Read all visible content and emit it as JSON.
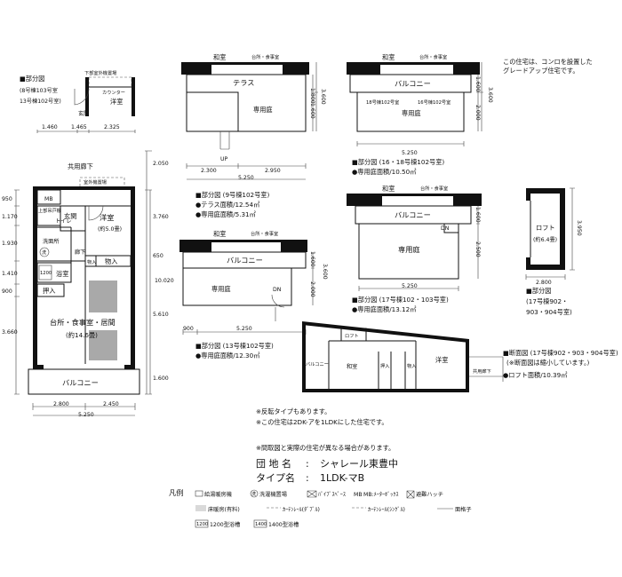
{
  "main_plan": {
    "upper_plan_label": "部分図",
    "upper_plan_units": [
      "(8号棟103号室",
      "13号棟102号室)"
    ],
    "outdoor_unit": "下部室外機置場",
    "counter": "カウンター",
    "western_small": "洋室",
    "entrance_small": "玄関",
    "top_dims": [
      "1.460",
      "1.465",
      "2.325"
    ],
    "corridor": "共用廊下",
    "outdoor_unit2": "室外機置場",
    "mb": "MB",
    "cabinet": "上部吊戸棚",
    "toilet": "トイレ",
    "entrance": "玄関",
    "western": "洋室",
    "western_size": "(約5.0畳)",
    "washroom": "洗面所",
    "wash_machine": "洗",
    "hall": "廊下",
    "storage": "物入",
    "storage_small": "物入",
    "bath": "浴室",
    "bath_size": "1200",
    "closet": "押入",
    "ldk": "台所・食事室・居間",
    "ldk_size": "(約14.6畳)",
    "balcony": "バルコニー",
    "left_dims": [
      "950",
      "1.170",
      "1.930",
      "1.410",
      "900",
      "3.660"
    ],
    "right_dims": [
      "2.050",
      "3.760",
      "650",
      "10.020",
      "5.610",
      "1.600"
    ],
    "bottom_dims": [
      "2.800",
      "2.450"
    ],
    "bottom_total": "5.250"
  },
  "plan_9": {
    "washitsu": "和室",
    "kitchen": "台所・食事室",
    "terrace": "テラス",
    "garden": "専用庭",
    "up": "UP",
    "dims_v": [
      "1.800",
      "1.600",
      "3.600"
    ],
    "dims_h": [
      "2.300",
      "2.950"
    ],
    "total": "5.250",
    "caption": [
      "■部分図 (9号棟102号室)",
      "●テラス面積/12.54㎡",
      "●専用庭面積/5.31㎡"
    ]
  },
  "plan_13": {
    "washitsu": "和室",
    "kitchen": "台所・食事室",
    "balcony": "バルコニー",
    "garden": "専用庭",
    "dn": "DN",
    "dims_v": [
      "1.600",
      "2.000",
      "3.600"
    ],
    "dims_h": [
      "900",
      "5.250"
    ],
    "caption": [
      "■部分図 (13号棟102号室)",
      "●専用庭面積/12.30㎡"
    ]
  },
  "plan_16": {
    "washitsu": "和室",
    "kitchen": "台所・食事室",
    "balcony": "バルコニー",
    "unit_a": "18号棟102号室",
    "unit_b": "16号棟102号室",
    "garden": "専用庭",
    "dims_v": [
      "1.600",
      "2.000",
      "3.600"
    ],
    "total": "5.250",
    "caption": [
      "■部分図 (16・18号棟102号室)",
      "●専用庭面積/10.50㎡"
    ]
  },
  "plan_17": {
    "washitsu": "和室",
    "kitchen": "台所・食事室",
    "balcony": "バルコニー",
    "garden": "専用庭",
    "dn": "DN",
    "dims_v": [
      "1.600",
      "2.500"
    ],
    "total": "5.250",
    "caption": [
      "■部分図 (17号棟102・103号室)",
      "●専用庭面積/13.12㎡"
    ]
  },
  "loft_plan": {
    "name": "ロフト",
    "size": "(約6.4畳)",
    "dim_v": "3.950",
    "dim_h": "2.800",
    "caption": [
      "■部分図",
      "(17号棟902・",
      "903・904号室)"
    ]
  },
  "section": {
    "loft": "ロフト",
    "balcony": "バルコニー",
    "washitsu": "和室",
    "closet": "押入",
    "storage": "物入",
    "western": "洋室",
    "corridor": "共用廊下",
    "caption": [
      "■断面図 (17号棟902・903・904号室)",
      "(※断面図は縮小しています。)",
      "●ロフト面積/10.39㎡"
    ]
  },
  "top_note": [
    "この住宅は、コンロを設置した",
    "グレードアップ住宅です。"
  ],
  "notes": [
    "※反転タイプもあります。",
    "※この住宅は2DK-アを1LDKにした住宅です。"
  ],
  "disclaimer": "※間取図と実際の住宅が異なる場合があります。",
  "property": {
    "name_label": "団 地 名",
    "name_value": "シャレール東豊中",
    "type_label": "タイプ名",
    "type_value": "1LDK-マB"
  },
  "legend": {
    "title": "凡例",
    "items": [
      "給湯暖房機",
      "洗濯機置場",
      "ﾊﾟｲﾌﾟｽﾍﾟｰｽ",
      "MB:ﾒｰﾀｰﾎﾞｯｸｽ",
      "避難ハッチ",
      "床暖房(有料)",
      "ｶｰﾃﾝﾚｰﾙ(ﾀﾞﾌﾞﾙ)",
      "ｶｰﾃﾝﾚｰﾙ(ｼﾝｸﾞﾙ)",
      "面格子",
      "1200型浴槽",
      "1400型浴槽"
    ],
    "icon_washer": "洗",
    "icon_mb": "MB",
    "icon_bath_1200": "1200",
    "icon_bath_1400": "1400"
  }
}
